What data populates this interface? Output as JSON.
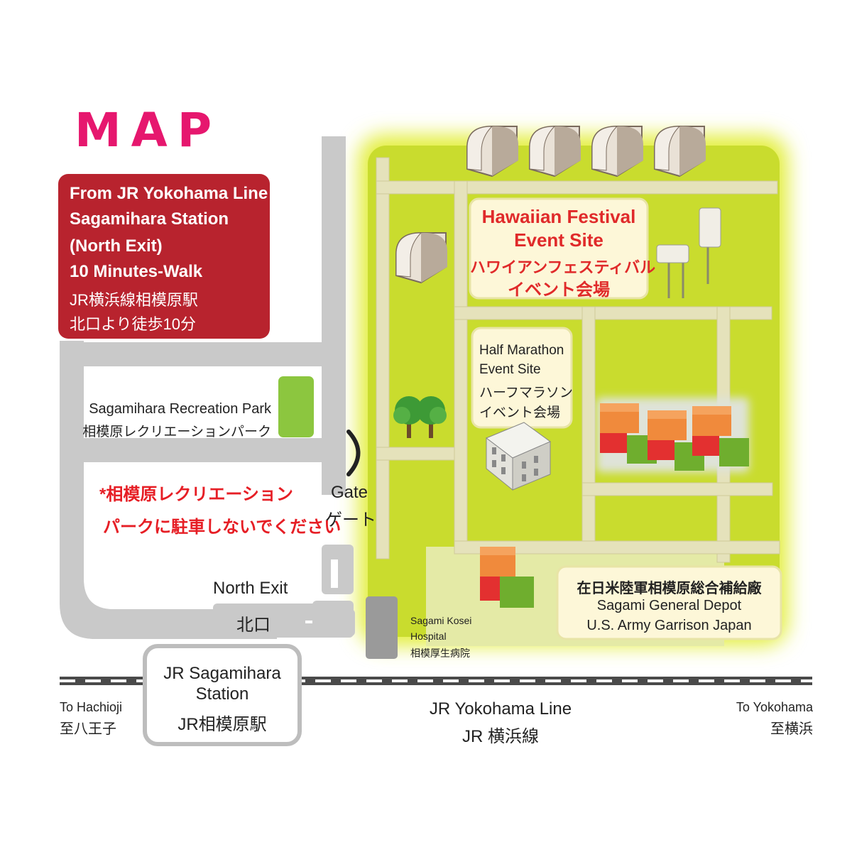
{
  "title": "MAP",
  "access": {
    "line1": "From  JR Yokohama Line",
    "line2": "Sagamihara Station",
    "line3": "(North Exit)",
    "line4": "10 Minutes-Walk",
    "line5": "JR横浜線相模原駅",
    "line6": "北口より徒歩10分"
  },
  "park": {
    "name_en": "Sagamihara Recreation Park",
    "name_ja": "相模原レクリエーションパーク"
  },
  "notice": {
    "line1": "*相模原レクリエーション",
    "line2": "パークに駐車しないでください"
  },
  "gate": {
    "en": "Gate",
    "ja": "ゲート"
  },
  "hawaiian": {
    "line1": "Hawaiian Festival",
    "line2": "Event Site",
    "line3": "ハワイアンフェスティバル",
    "line4": "イベント会場"
  },
  "marathon": {
    "line1": "Half Marathon",
    "line2": "Event Site",
    "line3": "ハーフマラソン",
    "line4": "イベント会場"
  },
  "depot": {
    "line1": "在日米陸軍相模原総合補給廠",
    "line2": "Sagami General Depot",
    "line3": "U.S. Army Garrison Japan"
  },
  "north_exit": {
    "en": "North Exit",
    "ja": "北口"
  },
  "hospital": {
    "line1": "Sagami Kosei",
    "line2": "Hospital",
    "line3": "相模厚生病院"
  },
  "station": {
    "line1": "JR Sagamihara",
    "line2": "Station",
    "line3": "JR相模原駅"
  },
  "railway": {
    "line1": "JR Yokohama Line",
    "line2": "JR 横浜線"
  },
  "west": {
    "en": "To Hachioji",
    "ja": "至八王子"
  },
  "east": {
    "en": "To Yokohama",
    "ja": "至横浜"
  },
  "colors": {
    "brand_pink": "#e6176e",
    "access_red": "#b8232e",
    "base_green": "#c8dc2f",
    "glow_yellow": "#e6ef45",
    "road_gray": "#c9c9c9",
    "inner_road": "#e5e2bb",
    "park_green": "#8cc63f",
    "warning_red": "#e61e25"
  }
}
